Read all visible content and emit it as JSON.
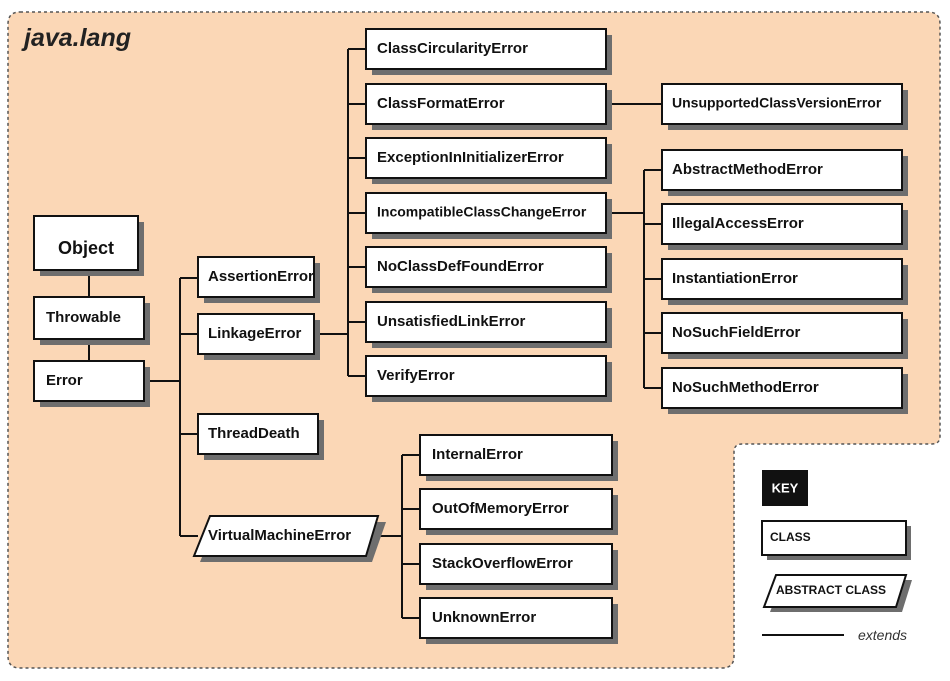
{
  "package_label": "java.lang",
  "classes": {
    "object": "Object",
    "throwable": "Throwable",
    "error": "Error",
    "assertion_error": "AssertionError",
    "linkage_error": "LinkageError",
    "thread_death": "ThreadDeath",
    "virtual_machine_error": "VirtualMachineError",
    "class_circularity_error": "ClassCircularityError",
    "class_format_error": "ClassFormatError",
    "exception_in_initializer_error": "ExceptionInInitializerError",
    "incompatible_class_change_error": "IncompatibleClassChangeError",
    "no_class_def_found_error": "NoClassDefFoundError",
    "unsatisfied_link_error": "UnsatisfiedLinkError",
    "verify_error": "VerifyError",
    "unsupported_class_version_error": "UnsupportedClassVersionError",
    "abstract_method_error": "AbstractMethodError",
    "illegal_access_error": "IllegalAccessError",
    "instantiation_error": "InstantiationError",
    "no_such_field_error": "NoSuchFieldError",
    "no_such_method_error": "NoSuchMethodError",
    "internal_error": "InternalError",
    "out_of_memory_error": "OutOfMemoryError",
    "stack_overflow_error": "StackOverflowError",
    "unknown_error": "UnknownError"
  },
  "key": {
    "title": "KEY",
    "class_label": "CLASS",
    "abstract_class_label": "ABSTRACT CLASS",
    "extends_label": "extends"
  },
  "colors": {
    "package_fill": "#fbd7b6",
    "box_fill": "#ffffff",
    "shadow": "#6e6e6e",
    "line": "#111111",
    "key_title_fill": "#111111"
  }
}
